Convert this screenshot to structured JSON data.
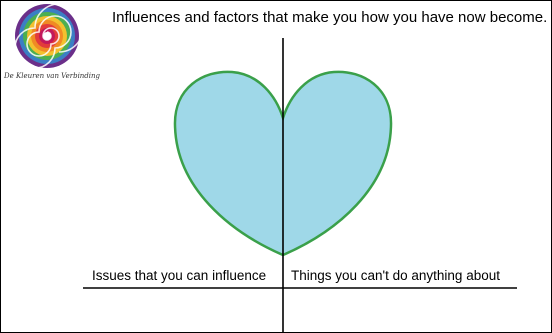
{
  "title": "Influences and factors that make you how you have now become.",
  "logo": {
    "caption": "De Kleuren van Verbinding"
  },
  "labels": {
    "left": "Issues that you can influence",
    "right": "Things you can't do anything about"
  },
  "colors": {
    "heart_fill": "#9fd8e8",
    "heart_stroke": "#3aa04a",
    "lines": "#000000"
  }
}
